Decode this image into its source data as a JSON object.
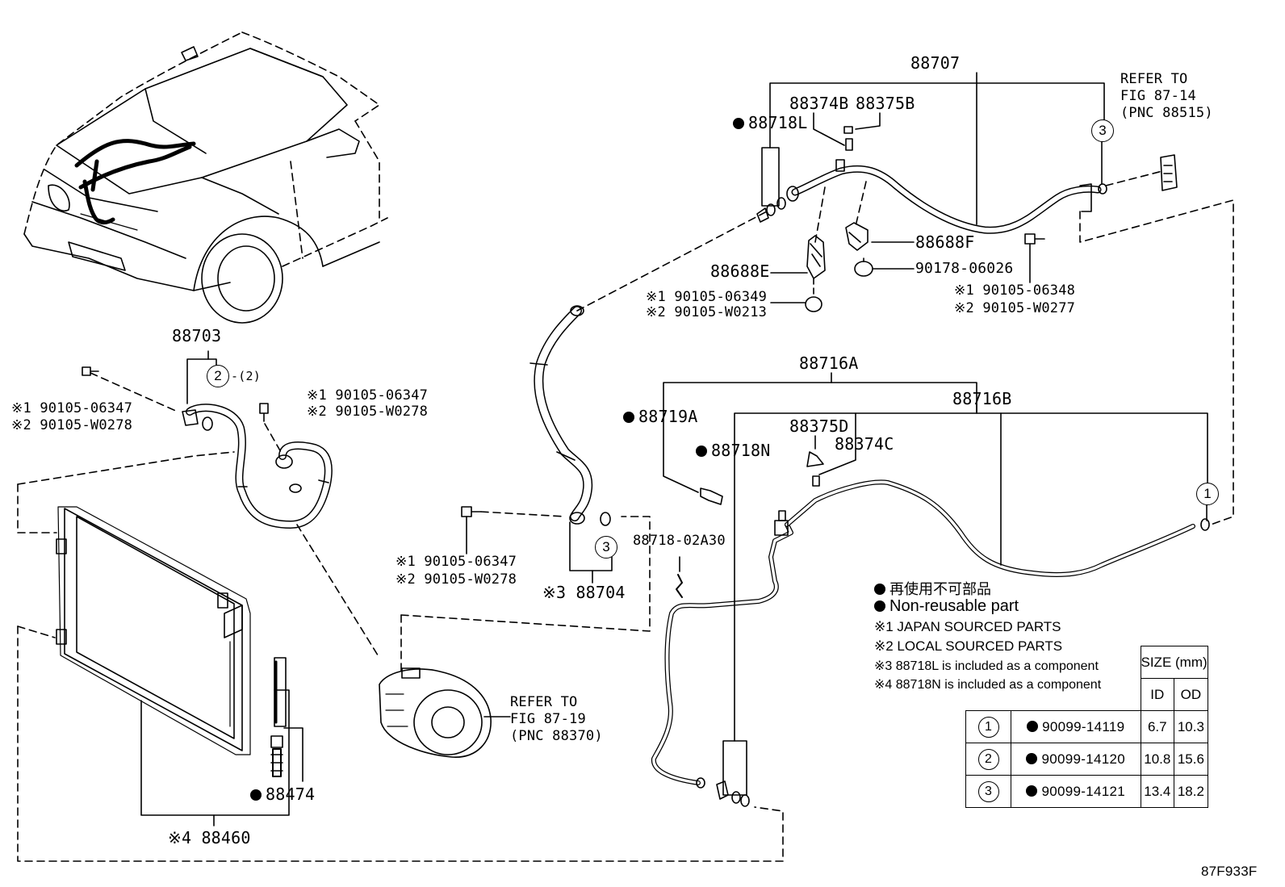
{
  "labels": {
    "p88707": "88707",
    "p88374B": "88374B",
    "p88375B": "88375B",
    "p88718L": "88718L",
    "p88688F": "88688F",
    "p88688E": "88688E",
    "p90178": "90178-06026",
    "b_e1_1": "※1 90105-06349",
    "b_e1_2": "※2 90105-W0213",
    "b_e2_1": "※1 90105-06348",
    "b_e2_2": "※2 90105-W0277",
    "ref_top": "REFER TO\nFIG 87-14\n(PNC 88515)",
    "p88703": "88703",
    "oring_note": "-(2)",
    "b_a_1": "※1 90105-06347",
    "b_a_2": "※2 90105-W0278",
    "b_b_1": "※1 90105-06347",
    "b_b_2": "※2 90105-W0278",
    "p88716A": "88716A",
    "p88716B": "88716B",
    "p88719A": "88719A",
    "p88375D": "88375D",
    "p88374C": "88374C",
    "p88718N": "88718N",
    "b_c_1": "※1 90105-06347",
    "b_c_2": "※2 90105-W0278",
    "p88704": "※3 88704",
    "p88718_02A30": "88718-02A30",
    "ref_comp": "REFER TO\nFIG 87-19\n(PNC 88370)",
    "p88474": "88474",
    "p88460": "※4 88460",
    "figure_code": "87F933F"
  },
  "callouts": {
    "c1": "1",
    "c2": "2",
    "c3": "3"
  },
  "legend": {
    "nonreusable_jp": "再使用不可部品",
    "nonreusable_en": "Non-reusable part",
    "note1": "※1 JAPAN SOURCED PARTS",
    "note2": "※2 LOCAL SOURCED PARTS",
    "note3": "※3 88718L is included as a component",
    "note4": "※4 88718N is included as a component"
  },
  "size_table": {
    "header": "SIZE (mm)",
    "col_id": "ID",
    "col_od": "OD",
    "rows": [
      {
        "ref": "1",
        "part": "90099-14119",
        "id": "6.7",
        "od": "10.3"
      },
      {
        "ref": "2",
        "part": "90099-14120",
        "id": "10.8",
        "od": "15.6"
      },
      {
        "ref": "3",
        "part": "90099-14121",
        "id": "13.4",
        "od": "18.2"
      }
    ]
  }
}
